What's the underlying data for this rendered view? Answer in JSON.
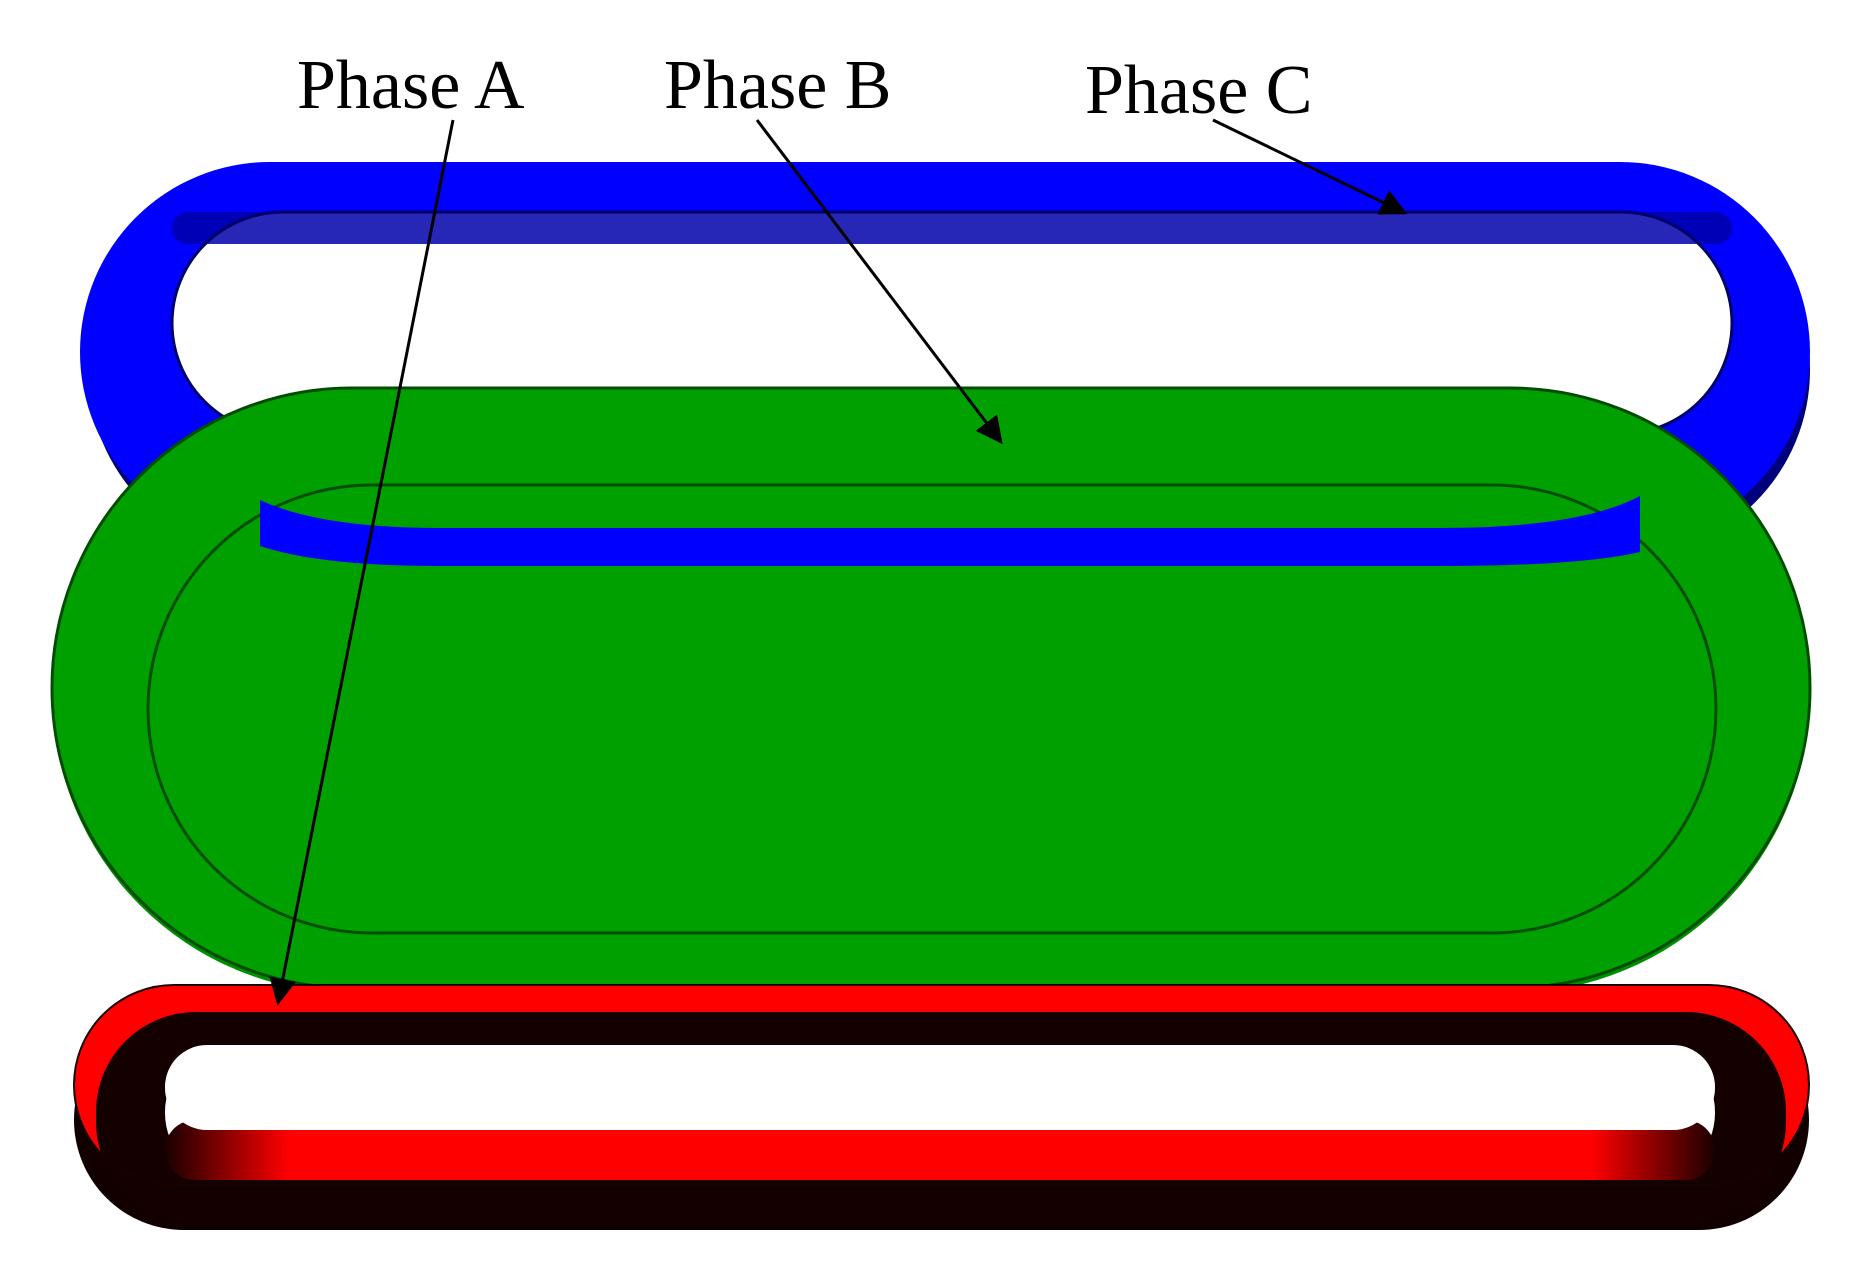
{
  "labels": {
    "phase_a": "Phase A",
    "phase_b": "Phase B",
    "phase_c": "Phase C"
  },
  "colors": {
    "phase_a": "#ff0000",
    "phase_b": "#009900",
    "phase_c": "#0000ff",
    "background": "#ffffff",
    "arrow": "#000000"
  },
  "icons": {
    "core": "laminated-cylinder-icon"
  }
}
